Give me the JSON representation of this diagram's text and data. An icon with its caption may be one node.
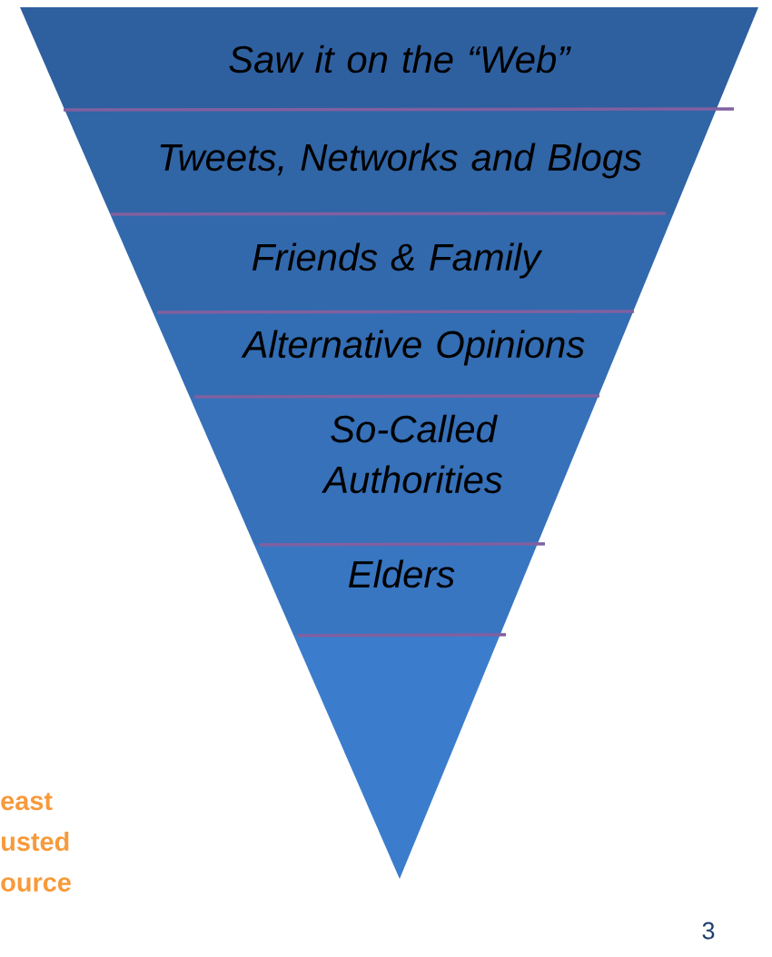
{
  "diagram": {
    "nodes": [
      {
        "text": [
          "*Saw it on the “Web”*"
        ]
      },
      {
        "text": [
          "*Tweets, Networks  and Blogs*"
        ]
      },
      {
        "text": [
          "*Friends & Family*"
        ]
      },
      {
        "text": [
          "*Alternative Opinions*"
        ]
      },
      {
        "text": [
          "*So-Called Authorities*"
        ]
      },
      {
        "text": [
          "*Elders*"
        ]
      },
      {
        "text": [],
        "shape": "triangle"
      }
    ],
    "labels": [
      "east usted ource",
      "3"
    ]
  }
}
